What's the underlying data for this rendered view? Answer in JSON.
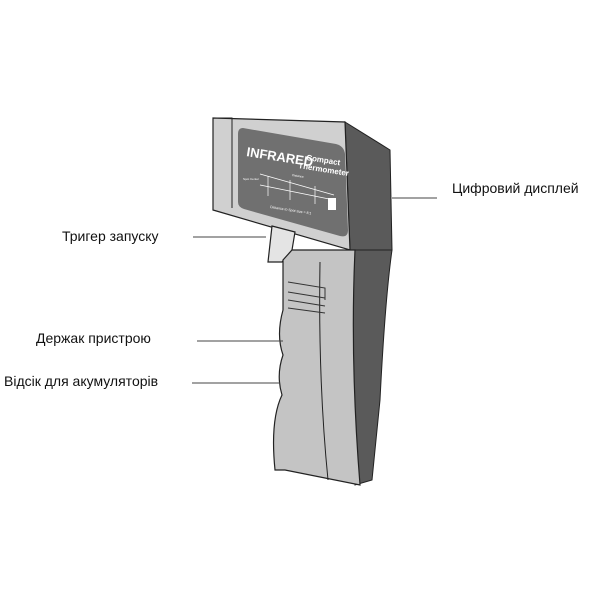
{
  "labels": {
    "display": "Цифровий дисплей",
    "trigger": "Тригер запуску",
    "handle": "Держак пристрою",
    "battery": "Відсік для акумуляторів"
  },
  "device": {
    "brand": "INFRARED",
    "model_line1": "Compact",
    "model_line2": "Thermometer",
    "distance_label": "Distance",
    "spot_label": "Spot Center",
    "ratio_text": "Distance to Spot size = 8:1"
  },
  "colors": {
    "body_light": "#c4c4c4",
    "body_dark": "#5a5a5a",
    "panel": "#6e6e6e",
    "outline": "#222222"
  }
}
